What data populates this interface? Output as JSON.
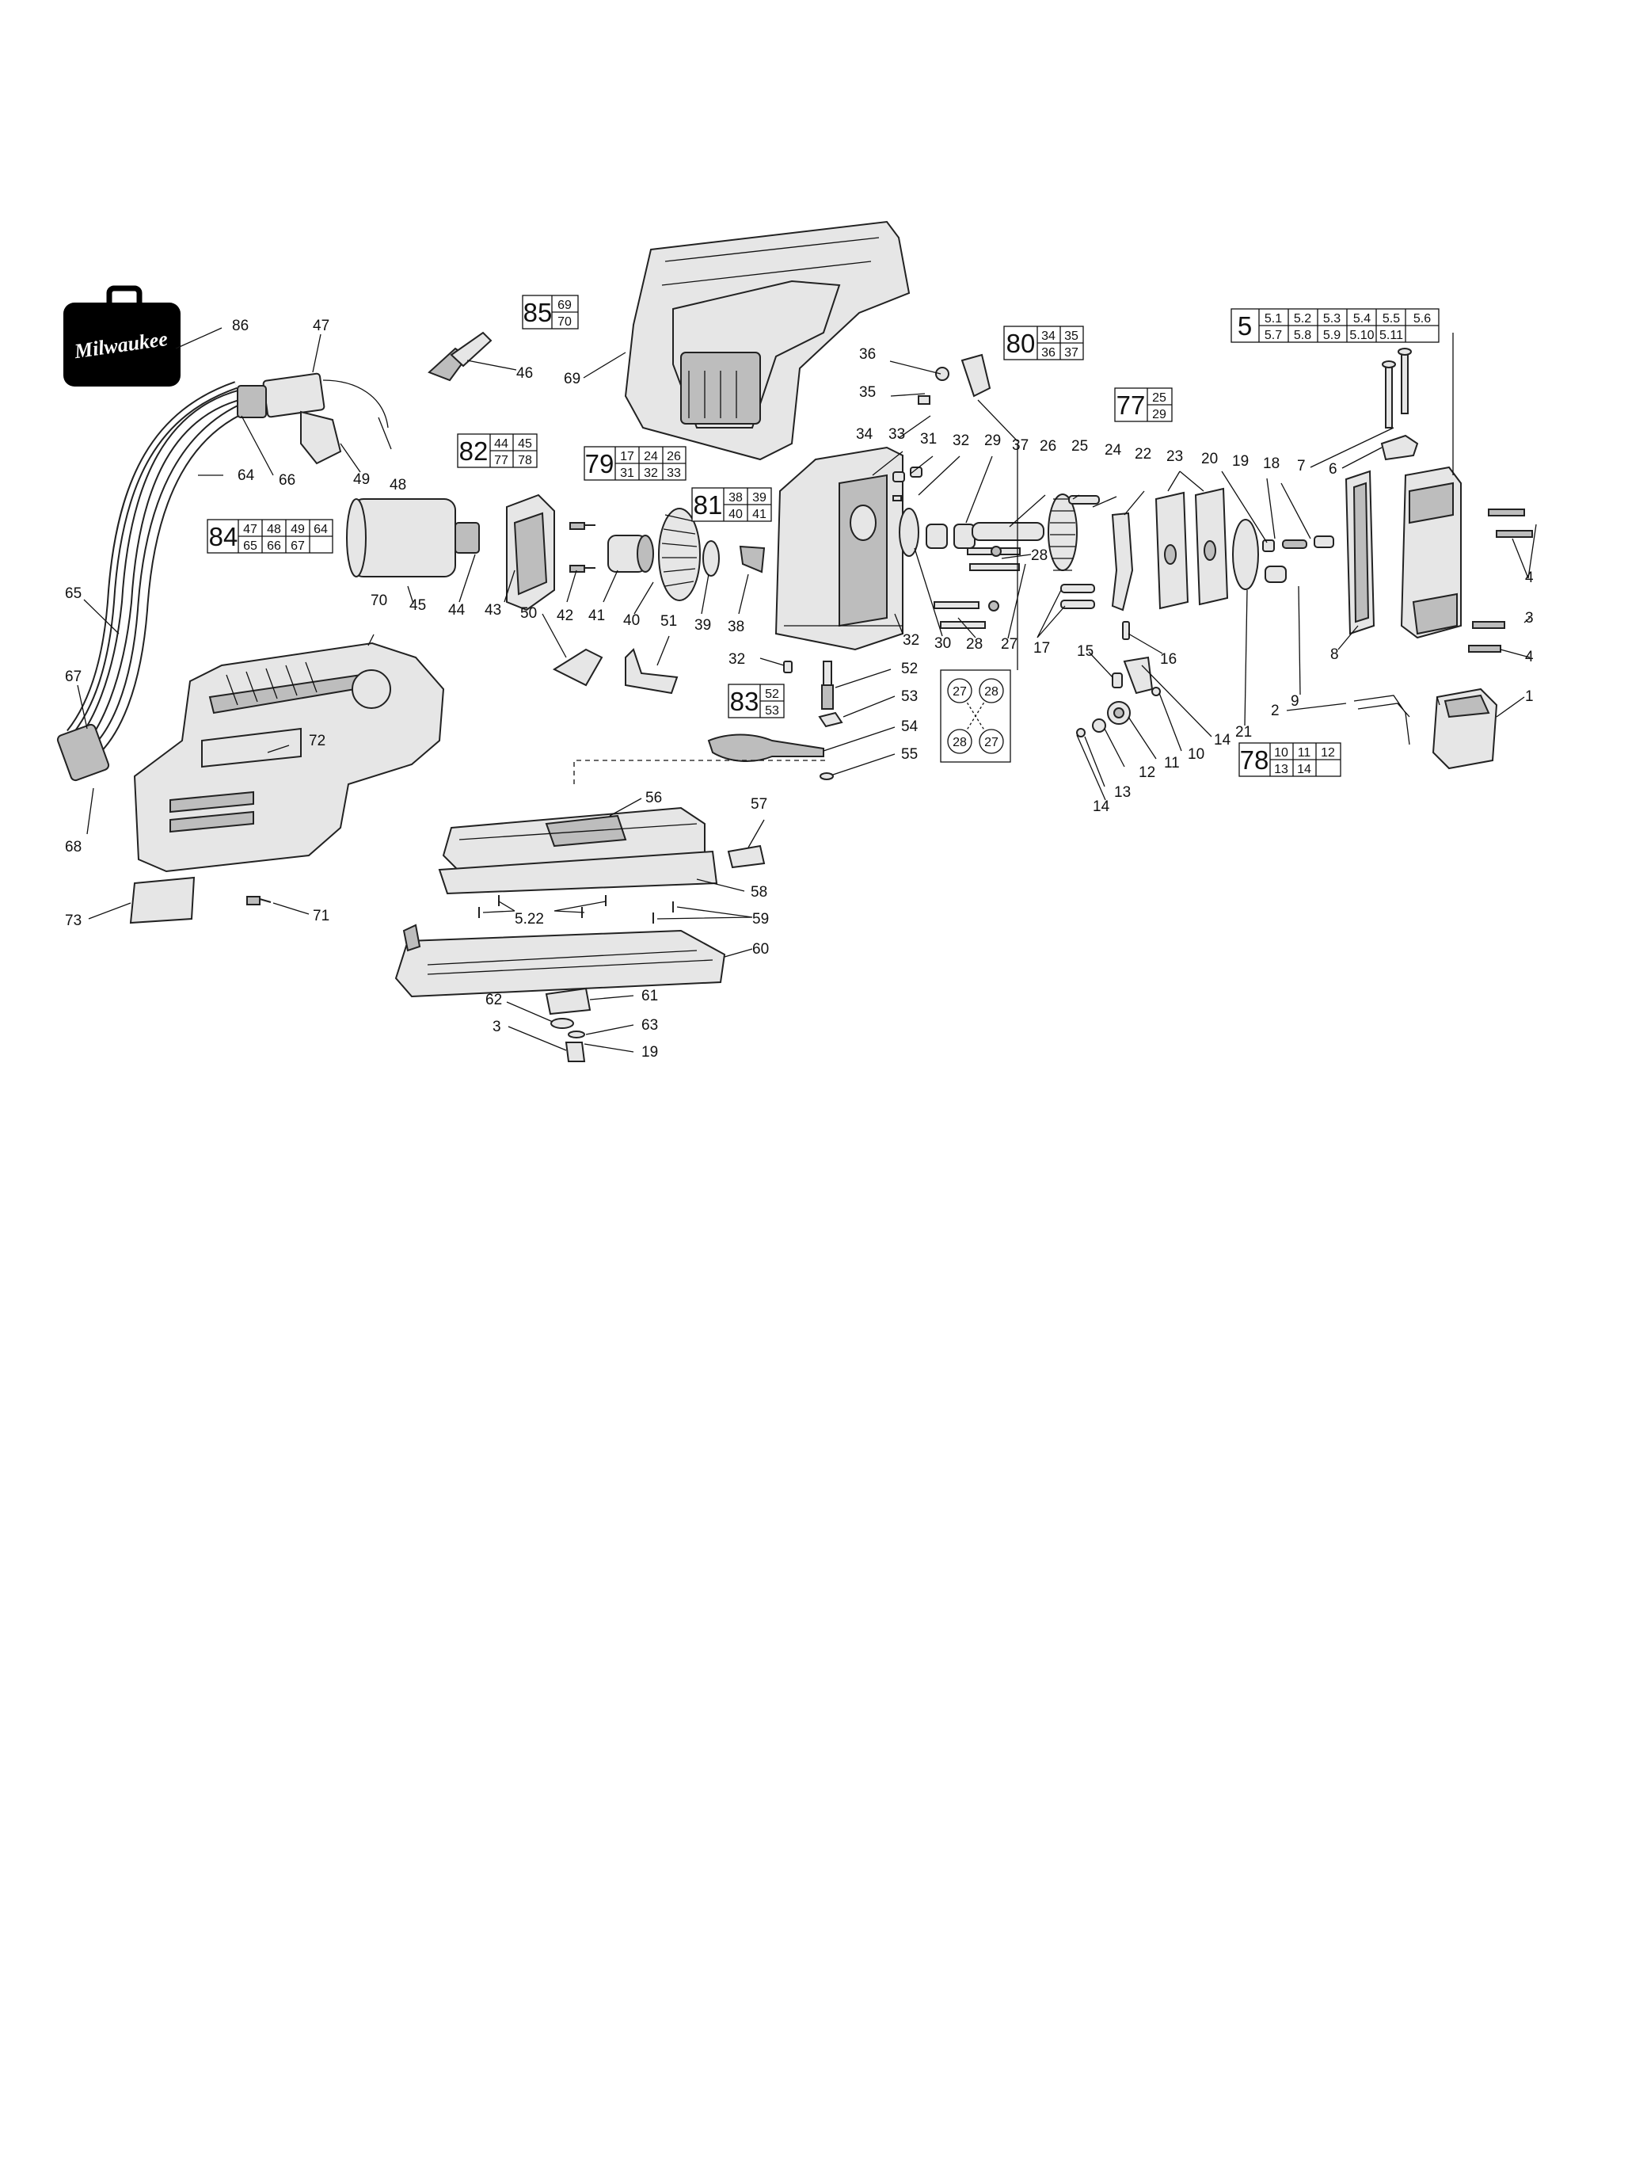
{
  "brand": {
    "logo_text": "Milwaukee"
  },
  "callouts": [
    {
      "id": "86",
      "text": "86"
    },
    {
      "id": "47",
      "text": "47"
    },
    {
      "id": "46",
      "text": "46"
    },
    {
      "id": "69",
      "text": "69"
    },
    {
      "id": "66",
      "text": "66"
    },
    {
      "id": "49",
      "text": "49"
    },
    {
      "id": "48",
      "text": "48"
    },
    {
      "id": "64",
      "text": "64"
    },
    {
      "id": "65",
      "text": "65"
    },
    {
      "id": "67",
      "text": "67"
    },
    {
      "id": "68",
      "text": "68"
    },
    {
      "id": "70",
      "text": "70"
    },
    {
      "id": "72",
      "text": "72"
    },
    {
      "id": "73",
      "text": "73"
    },
    {
      "id": "71",
      "text": "71"
    },
    {
      "id": "45",
      "text": "45"
    },
    {
      "id": "44",
      "text": "44"
    },
    {
      "id": "43",
      "text": "43"
    },
    {
      "id": "42",
      "text": "42"
    },
    {
      "id": "41",
      "text": "41"
    },
    {
      "id": "40",
      "text": "40"
    },
    {
      "id": "39",
      "text": "39"
    },
    {
      "id": "38",
      "text": "38"
    },
    {
      "id": "50",
      "text": "50"
    },
    {
      "id": "51",
      "text": "51"
    },
    {
      "id": "36",
      "text": "36"
    },
    {
      "id": "35",
      "text": "35"
    },
    {
      "id": "37",
      "text": "37"
    },
    {
      "id": "34",
      "text": "34"
    },
    {
      "id": "33",
      "text": "33"
    },
    {
      "id": "31",
      "text": "31"
    },
    {
      "id": "32a",
      "text": "32"
    },
    {
      "id": "29",
      "text": "29"
    },
    {
      "id": "26",
      "text": "26"
    },
    {
      "id": "25",
      "text": "25"
    },
    {
      "id": "24",
      "text": "24"
    },
    {
      "id": "22",
      "text": "22"
    },
    {
      "id": "23",
      "text": "23"
    },
    {
      "id": "20",
      "text": "20"
    },
    {
      "id": "19",
      "text": "19"
    },
    {
      "id": "18",
      "text": "18"
    },
    {
      "id": "7",
      "text": "7"
    },
    {
      "id": "6",
      "text": "6"
    },
    {
      "id": "4a",
      "text": "4"
    },
    {
      "id": "3a",
      "text": "3"
    },
    {
      "id": "4b",
      "text": "4"
    },
    {
      "id": "1",
      "text": "1"
    },
    {
      "id": "28a",
      "text": "28"
    },
    {
      "id": "30",
      "text": "30"
    },
    {
      "id": "32b",
      "text": "32"
    },
    {
      "id": "28b",
      "text": "28"
    },
    {
      "id": "27",
      "text": "27"
    },
    {
      "id": "17",
      "text": "17"
    },
    {
      "id": "16",
      "text": "16"
    },
    {
      "id": "15",
      "text": "15"
    },
    {
      "id": "14a",
      "text": "14"
    },
    {
      "id": "10",
      "text": "10"
    },
    {
      "id": "11",
      "text": "11"
    },
    {
      "id": "12",
      "text": "12"
    },
    {
      "id": "13",
      "text": "13"
    },
    {
      "id": "14b",
      "text": "14"
    },
    {
      "id": "21",
      "text": "21"
    },
    {
      "id": "9",
      "text": "9"
    },
    {
      "id": "8",
      "text": "8"
    },
    {
      "id": "2",
      "text": "2"
    },
    {
      "id": "32c",
      "text": "32"
    },
    {
      "id": "52",
      "text": "52"
    },
    {
      "id": "53",
      "text": "53"
    },
    {
      "id": "54",
      "text": "54"
    },
    {
      "id": "55",
      "text": "55"
    },
    {
      "id": "56",
      "text": "56"
    },
    {
      "id": "57",
      "text": "57"
    },
    {
      "id": "58",
      "text": "58"
    },
    {
      "id": "522",
      "text": "5.22"
    },
    {
      "id": "59",
      "text": "59"
    },
    {
      "id": "60",
      "text": "60"
    },
    {
      "id": "61",
      "text": "61"
    },
    {
      "id": "62",
      "text": "62"
    },
    {
      "id": "63",
      "text": "63"
    },
    {
      "id": "3b",
      "text": "3"
    },
    {
      "id": "19b",
      "text": "19"
    }
  ],
  "kits": [
    {
      "id": "k85",
      "main": "85",
      "cells": [
        [
          "69"
        ],
        [
          "70"
        ]
      ]
    },
    {
      "id": "k80",
      "main": "80",
      "cells": [
        [
          "34",
          "35"
        ],
        [
          "36",
          "37"
        ]
      ]
    },
    {
      "id": "k77",
      "main": "77",
      "cells": [
        [
          "25"
        ],
        [
          "29"
        ]
      ]
    },
    {
      "id": "k82",
      "main": "82",
      "cells": [
        [
          "44",
          "45"
        ],
        [
          "77",
          "78"
        ]
      ]
    },
    {
      "id": "k79",
      "main": "79",
      "cells": [
        [
          "17",
          "24",
          "26"
        ],
        [
          "31",
          "32",
          "33"
        ]
      ]
    },
    {
      "id": "k81",
      "main": "81",
      "cells": [
        [
          "38",
          "39"
        ],
        [
          "40",
          "41"
        ]
      ]
    },
    {
      "id": "k84",
      "main": "84",
      "cells": [
        [
          "47",
          "48",
          "49",
          "64"
        ],
        [
          "65",
          "66",
          "67",
          ""
        ]
      ]
    },
    {
      "id": "k83",
      "main": "83",
      "cells": [
        [
          "52"
        ],
        [
          "53"
        ]
      ]
    },
    {
      "id": "k78",
      "main": "78",
      "cells": [
        [
          "10",
          "11",
          "12"
        ],
        [
          "13",
          "14",
          ""
        ]
      ]
    },
    {
      "id": "k5",
      "main": "5",
      "cells": [
        [
          "5.1",
          "5.2",
          "5.3",
          "5.4",
          "5.5",
          "5.6"
        ],
        [
          "5.7",
          "5.8",
          "5.9",
          "5.10",
          "5.11",
          ""
        ]
      ]
    }
  ],
  "screw_pattern": {
    "labels": [
      "27",
      "28",
      "28",
      "27"
    ]
  }
}
